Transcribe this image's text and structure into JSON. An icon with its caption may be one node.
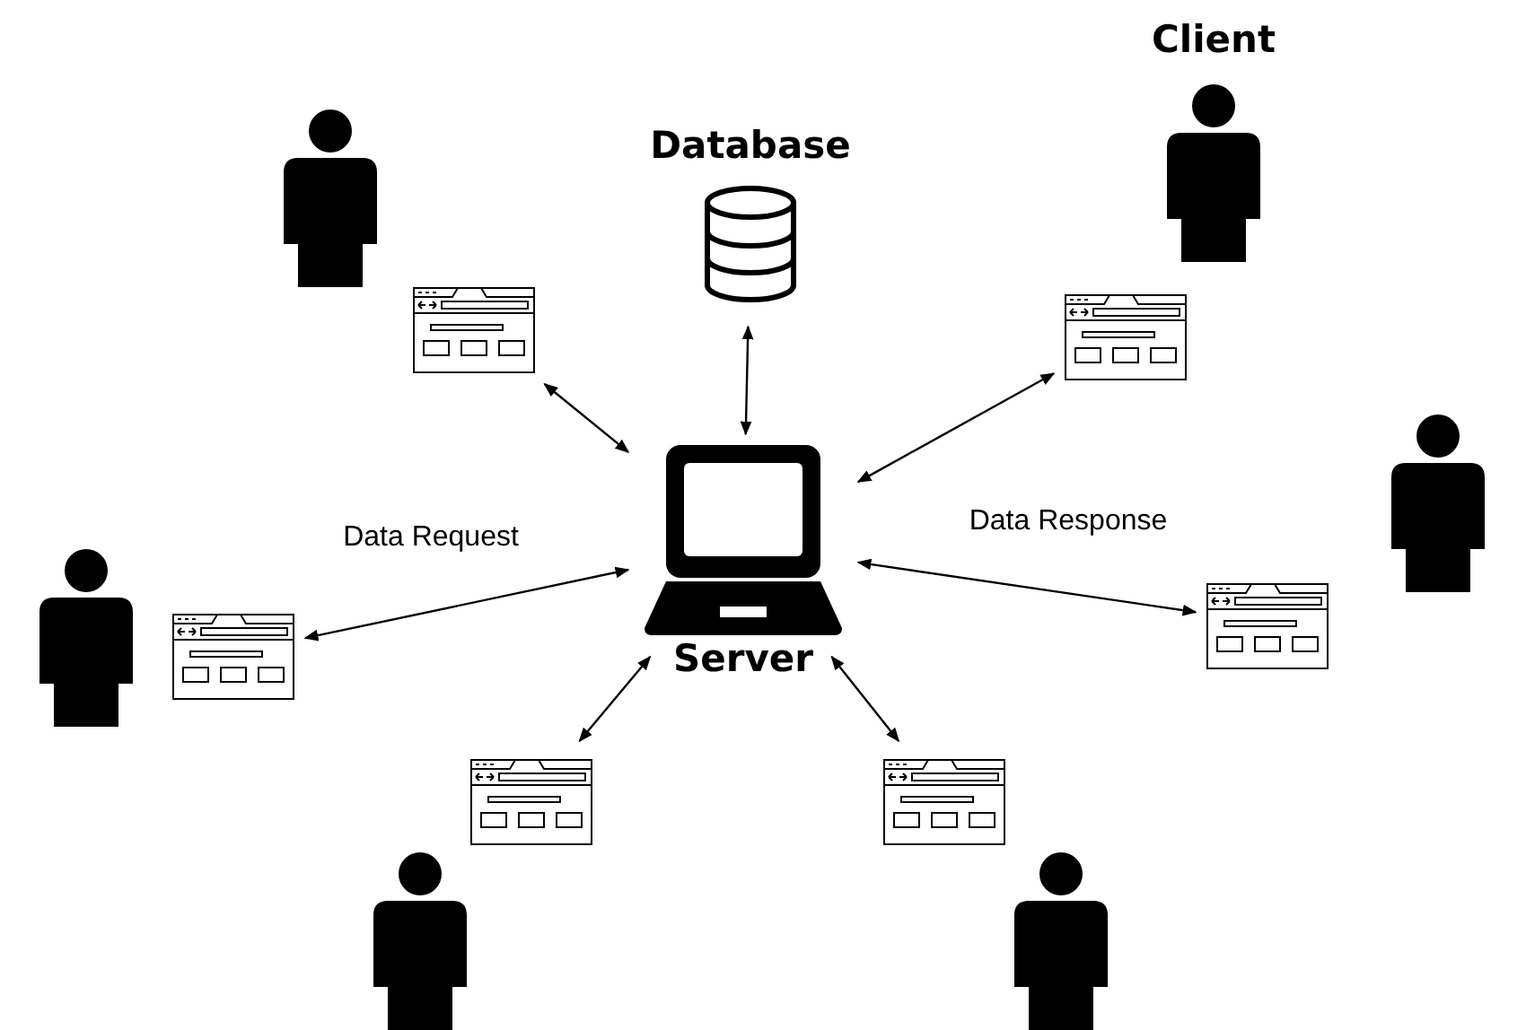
{
  "diagram": {
    "nodes": [
      {
        "text": [
          "Database"
        ]
      },
      {
        "text": [
          "Server"
        ]
      },
      {
        "text": [],
        "shape": "picture"
      },
      {
        "text": [],
        "shape": "picture"
      },
      {
        "text": [],
        "shape": "picture"
      },
      {
        "text": [],
        "shape": "picture"
      },
      {
        "text": [],
        "shape": "picture"
      },
      {
        "text": [],
        "shape": "picture"
      }
    ],
    "edges": [
      {
        "from": 0,
        "to": 1,
        "arrow": "both"
      },
      {
        "from": 1,
        "to": 2,
        "arrow": "both"
      },
      {
        "from": 1,
        "to": 3,
        "arrow": "both"
      },
      {
        "from": 1,
        "to": 4,
        "arrow": "both"
      },
      {
        "from": 1,
        "to": 5,
        "arrow": "both"
      },
      {
        "from": 1,
        "to": 6,
        "arrow": "both"
      },
      {
        "from": 1,
        "to": 7,
        "arrow": "both"
      }
    ],
    "labels": [
      "Client",
      "Data Request",
      "Data Response"
    ]
  }
}
